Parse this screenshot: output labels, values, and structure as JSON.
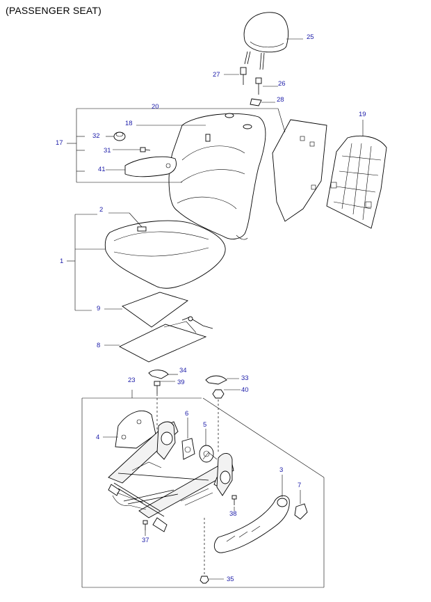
{
  "title": "(PASSENGER SEAT)",
  "callouts": {
    "c25": "25",
    "c27": "27",
    "c26": "26",
    "c28": "28",
    "c20": "20",
    "c19": "19",
    "c18": "18",
    "c17": "17",
    "c32": "32",
    "c31": "31",
    "c41": "41",
    "c2": "2",
    "c1": "1",
    "c9": "9",
    "c8": "8",
    "c34": "34",
    "c33": "33",
    "c23": "23",
    "c39": "39",
    "c40": "40",
    "c6": "6",
    "c5": "5",
    "c4": "4",
    "c3": "3",
    "c7": "7",
    "c38": "38",
    "c37": "37",
    "c35": "35"
  },
  "colors": {
    "callout_text": "#1a1aa8",
    "line": "#000000"
  }
}
